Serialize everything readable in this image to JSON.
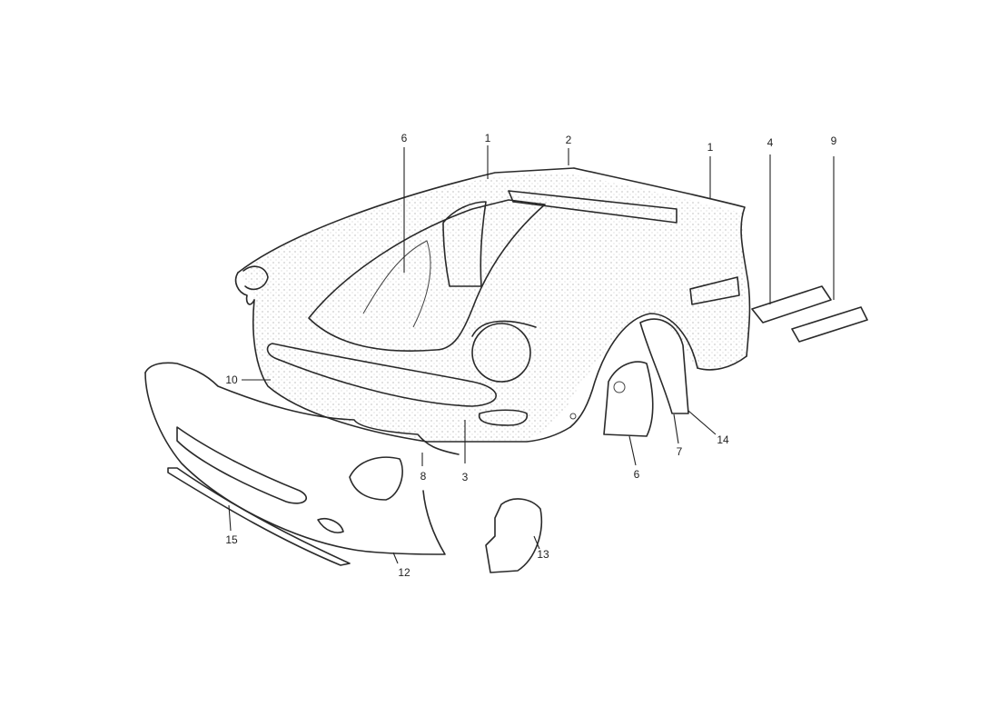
{
  "diagram": {
    "callouts": [
      {
        "id": "c6a",
        "label": "6"
      },
      {
        "id": "c1a",
        "label": "1"
      },
      {
        "id": "c2",
        "label": "2"
      },
      {
        "id": "c1b",
        "label": "1"
      },
      {
        "id": "c4",
        "label": "4"
      },
      {
        "id": "c9",
        "label": "9"
      },
      {
        "id": "c10",
        "label": "10"
      },
      {
        "id": "c3",
        "label": "3"
      },
      {
        "id": "c8",
        "label": "8"
      },
      {
        "id": "c6b",
        "label": "6"
      },
      {
        "id": "c7",
        "label": "7"
      },
      {
        "id": "c14",
        "label": "14"
      },
      {
        "id": "c15",
        "label": "15"
      },
      {
        "id": "c12",
        "label": "12"
      },
      {
        "id": "c13",
        "label": "13"
      }
    ],
    "line_color": "#2a2a2a"
  }
}
